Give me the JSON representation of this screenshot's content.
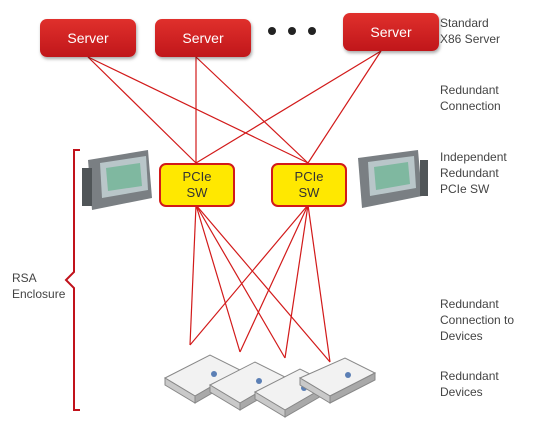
{
  "servers": [
    "Server",
    "Server",
    "Server"
  ],
  "switches": [
    {
      "line1": "PCIe",
      "line2": "SW"
    },
    {
      "line1": "PCIe",
      "line2": "SW"
    }
  ],
  "labels": {
    "standard_line1": "Standard",
    "standard_line2": "X86 Server",
    "redundant_conn_line1": "Redundant",
    "redundant_conn_line2": "Connection",
    "independent_line1": "Independent",
    "independent_line2": "Redundant",
    "independent_line3": "PCIe SW",
    "rsa_line1": "RSA",
    "rsa_line2": "Enclosure",
    "conn_devices_line1": "Redundant",
    "conn_devices_line2": "Connection to",
    "conn_devices_line3": "Devices",
    "devices_line1": "Redundant",
    "devices_line2": "Devices"
  },
  "colors": {
    "server_red": "#d21a1a",
    "switch_yellow": "#ffe800",
    "link_red": "#d21a1a"
  }
}
